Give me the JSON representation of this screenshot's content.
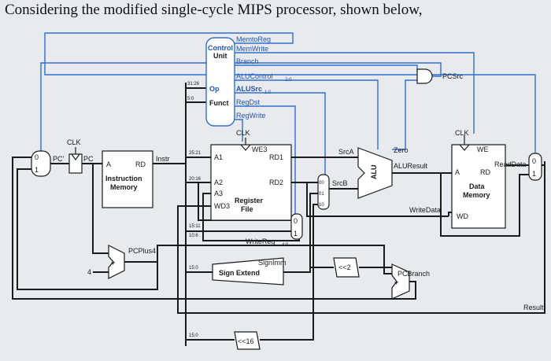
{
  "question": "Considering the modified single-cycle MIPS processor, shown below,",
  "control": {
    "title_line1": "Control",
    "title_line2": "Unit",
    "inputs": [
      "Op",
      "Funct"
    ],
    "outputs": [
      "MemtoReg",
      "MemWrite",
      "Branch",
      "ALUControl",
      "ALUSrc",
      "RegDst",
      "RegWrite"
    ],
    "aluctrl_sub": "2:0",
    "alusrc_sub": "1:0"
  },
  "pc": {
    "label_in": "PC'",
    "label_out": "PC",
    "clk": "CLK"
  },
  "imem": {
    "port_a": "A",
    "port_rd": "RD",
    "name_line1": "Instruction",
    "name_line2": "Memory",
    "out": "Instr"
  },
  "regfile": {
    "clk": "CLK",
    "we": "WE3",
    "ports": [
      "A1",
      "A2",
      "A3",
      "WD3"
    ],
    "rd1": "RD1",
    "rd2": "RD2",
    "name_line1": "Register",
    "name_line2": "File"
  },
  "bitfields": {
    "op": "31:26",
    "funct": "5:0",
    "rs": "25:21",
    "rt": "20:16",
    "rd": "15:11",
    "imm": "15:0",
    "sh": "10:6",
    "imm2": "15:0"
  },
  "alu": {
    "name": "ALU",
    "srca": "SrcA",
    "srcb": "SrcB",
    "zero": "Zero",
    "result": "ALUResult"
  },
  "srcb_mux": {
    "inputs": [
      "00",
      "01",
      "10"
    ]
  },
  "dmem": {
    "clk": "CLK",
    "we": "WE",
    "port_a": "A",
    "port_rd": "RD",
    "name_line1": "Data",
    "name_line2": "Memory",
    "wd": "WD",
    "readdata": "ReadData"
  },
  "signals": {
    "pcplus4": "PCPlus4",
    "pcbranch": "PCBranch",
    "pcsrc": "PCSrc",
    "writedata": "WriteData",
    "writereg": "WriteReg",
    "writereg_sub": "4:0",
    "signimm": "SignImm",
    "result": "Result",
    "four": "4",
    "shift2": "<<2",
    "shift16": "<<16"
  },
  "sign_extend": "Sign Extend",
  "mux_labels": {
    "zero": "0",
    "one": "1"
  }
}
